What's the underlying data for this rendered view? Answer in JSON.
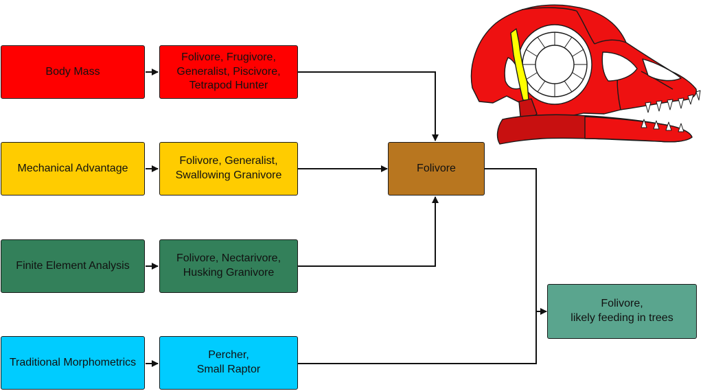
{
  "colors": {
    "red": "#ff0000",
    "yellow": "#ffcc00",
    "green": "#33805a",
    "cyan": "#00ccff",
    "brown": "#b8761f",
    "teal": "#5aa58e",
    "skull_red": "#ee1111",
    "skull_dark": "#c81010",
    "skull_yellow": "#ffff00",
    "line": "#111111"
  },
  "methods": [
    {
      "label": "Body Mass",
      "color": "red"
    },
    {
      "label": "Mechanical Advantage",
      "color": "yellow"
    },
    {
      "label": "Finite Element Analysis",
      "color": "green"
    },
    {
      "label": "Traditional Morphometrics",
      "color": "cyan"
    }
  ],
  "results": [
    {
      "lines": [
        "Folivore, Frugivore,",
        "Generalist, Piscivore,",
        "Tetrapod Hunter"
      ],
      "color": "red"
    },
    {
      "lines": [
        "Folivore, Generalist,",
        "Swallowing Granivore"
      ],
      "color": "yellow"
    },
    {
      "lines": [
        "Folivore, Nectarivore,",
        "Husking Granivore"
      ],
      "color": "green"
    },
    {
      "lines": [
        "Percher,",
        "Small Raptor"
      ],
      "color": "cyan"
    }
  ],
  "center": {
    "label": "Folivore",
    "color": "brown"
  },
  "final": {
    "lines": [
      "Folivore,",
      "likely feeding in trees"
    ],
    "color": "teal"
  }
}
